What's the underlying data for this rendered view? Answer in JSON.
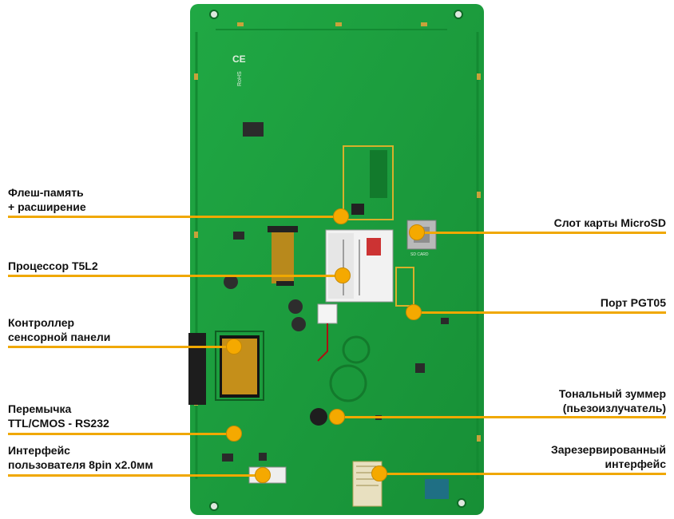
{
  "board": {
    "name": "PCB board rear view",
    "colors": {
      "pcb": "#1a9a3a",
      "pcb_dark": "#137a2c",
      "highlight": "#f0a800",
      "label": "#111111"
    },
    "markings": {
      "ce": "CE",
      "rohs": "RoHS",
      "sd_chip": "SD CARD"
    }
  },
  "callouts": {
    "flash": {
      "line1": "Флеш-память",
      "line2": "+ расширение"
    },
    "cpu": {
      "line1": "Процессор T5L2"
    },
    "touch": {
      "line1": "Контроллер",
      "line2": "сенсорной панели"
    },
    "jumper": {
      "line1": "Перемычка",
      "line2": "TTL/CMOS - RS232"
    },
    "user_if": {
      "line1": "Интерфейс",
      "line2": "пользователя 8pin x2.0мм"
    },
    "microsd": {
      "line1": "Слот карты MicroSD"
    },
    "pgt05": {
      "line1": "Порт PGT05"
    },
    "buzzer": {
      "line1": "Тональный зуммер",
      "line2": "(пьезоизлучатель)"
    },
    "reserved": {
      "line1": "Зарезервированный",
      "line2": "интерфейс"
    }
  }
}
